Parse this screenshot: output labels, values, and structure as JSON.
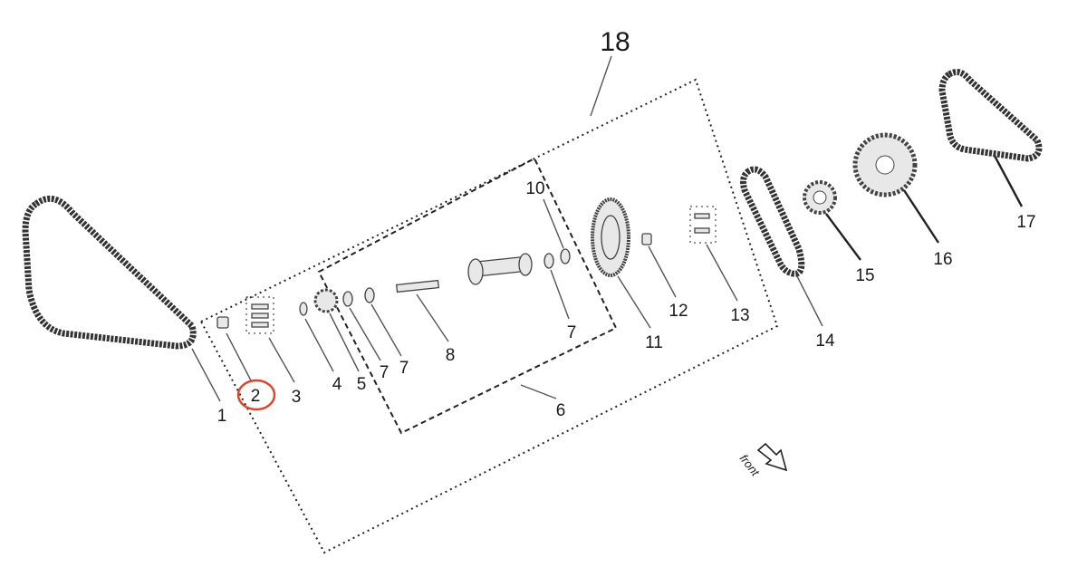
{
  "diagram": {
    "assembly_label": "18",
    "highlight_color": "#e0452b",
    "direction_label": "front",
    "labels": [
      "1",
      "2",
      "3",
      "4",
      "5",
      "7",
      "7",
      "8",
      "6",
      "7",
      "10",
      "11",
      "12",
      "13",
      "14",
      "15",
      "16",
      "17"
    ],
    "highlighted_part": "2"
  }
}
